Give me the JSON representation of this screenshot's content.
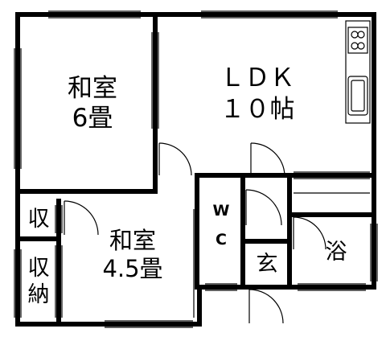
{
  "rooms": {
    "washitsu6": {
      "name": "和室",
      "size": "6畳"
    },
    "ldk": {
      "name": "ＬＤＫ",
      "size": "１０帖"
    },
    "washitsu45": {
      "name": "和室",
      "size": "4.5畳"
    },
    "shuu": {
      "name": "収"
    },
    "shuunou": {
      "line1": "収",
      "line2": "納"
    },
    "wc": {
      "line1": "W",
      "line2": "C"
    },
    "genkan": {
      "name": "玄"
    },
    "yoku": {
      "name": "浴"
    }
  }
}
